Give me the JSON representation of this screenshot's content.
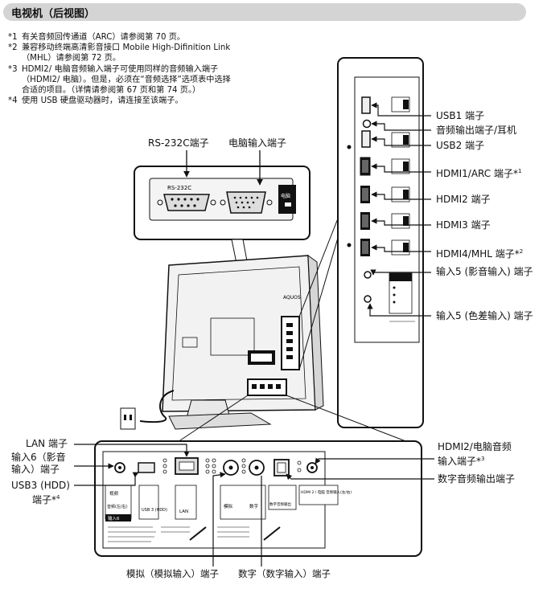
{
  "header": {
    "title": "电视机（后视图）"
  },
  "notes": [
    {
      "mark": "*1",
      "text": "有关音频回传通道（ARC）请参阅第 70 页。"
    },
    {
      "mark": "*2",
      "text": "兼容移动终端高清影音接口 Mobile High-Difinition Link（MHL）请参阅第 72 页。"
    },
    {
      "mark": "*3",
      "text": "HDMI2/ 电脑音频输入端子可使用同样的音频输入端子（HDMI2/ 电脑）。但是，必须在“音频选择”选项表中选择合适的项目。（详情请参阅第 67 页和第 74 页。）"
    },
    {
      "mark": "*4",
      "text": "使用 USB 硬盘驱动器时，请连接至该端子。"
    }
  ],
  "labels": {
    "rs232c": "RS-232C端子",
    "pc_input": "电脑输入端子",
    "usb1": "USB1 端子",
    "audio_out": "音频输出端子/耳机",
    "usb2": "USB2 端子",
    "hdmi1": "HDMI1/ARC 端子*",
    "hdmi1_sup": "1",
    "hdmi2": "HDMI2 端子",
    "hdmi3": "HDMI3 端子",
    "hdmi4": "HDMI4/MHL 端子*",
    "hdmi4_sup": "2",
    "input5_av": "输入5 (影音输入) 端子",
    "input5_comp": "输入5 (色差输入) 端子",
    "lan": "LAN 端子",
    "input6_a": "输入6（影音",
    "input6_b": "输入）端子",
    "usb3_a": "USB3 (HDD)",
    "usb3_b": "端子*",
    "usb3_sup": "4",
    "hdmi2_pc_a": "HDMI2/电脑音频",
    "hdmi2_pc_b": "输入端子*",
    "hdmi2_pc_sup": "3",
    "digital_audio_out": "数字音频输出端子",
    "analog_in": "模拟（模拟输入）端子",
    "digital_in": "数字（数字输入）端子"
  },
  "panel_text": {
    "rs232c_port": "RS-232C",
    "pc_tag": "电脑",
    "brand": "AQUOS",
    "lan_tag": "LAN",
    "usb3_tag": "USB 3 (HDD)",
    "antenna_analog": "模拟",
    "antenna_digital": "数字",
    "optical_tag": "数字音频输出",
    "hdmi_pc_tag": "HDMI 2 / 电脑 音频输入(左/右)",
    "input6_tag": "输入6",
    "video_tag": "视频",
    "audio_tag": "音频(左/右)"
  },
  "colors": {
    "header_bg": "#d4d4d4",
    "line": "#111111",
    "panel_fill": "#ffffff",
    "port_fill": "#e9e9e9"
  }
}
